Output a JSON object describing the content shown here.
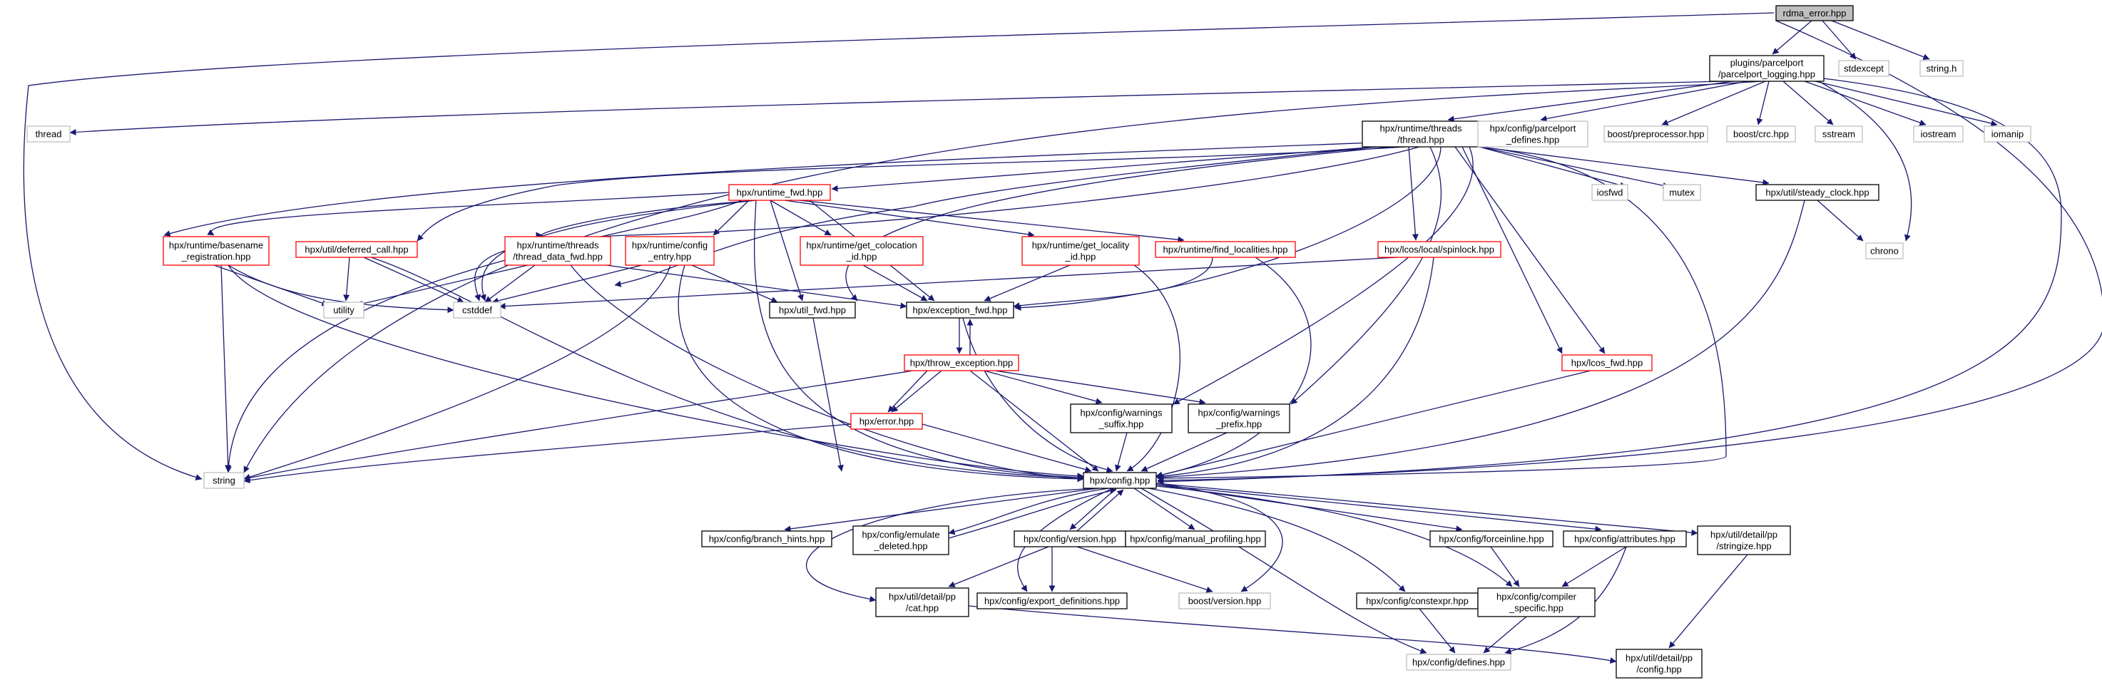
{
  "graph": {
    "colors": {
      "edge": "#191970",
      "root_fill": "#bfbfbf",
      "root_border": "#000000",
      "documented_border": "#000000",
      "undocumented_border": "#ff0000",
      "external_border": "#bfbfbf",
      "node_fill": "#ffffff"
    },
    "nodes": [
      {
        "id": "rdma_error",
        "lines": [
          "rdma_error.hpp"
        ],
        "kind": "root"
      },
      {
        "id": "parcelport_logging",
        "lines": [
          "plugins/parcelport",
          "/parcelport_logging.hpp"
        ],
        "kind": "documented"
      },
      {
        "id": "stdexcept",
        "lines": [
          "stdexcept"
        ],
        "kind": "external"
      },
      {
        "id": "string_h",
        "lines": [
          "string.h"
        ],
        "kind": "external"
      },
      {
        "id": "thread",
        "lines": [
          "thread"
        ],
        "kind": "external"
      },
      {
        "id": "threads_thread",
        "lines": [
          "hpx/runtime/threads",
          "/thread.hpp"
        ],
        "kind": "documented"
      },
      {
        "id": "pp_defines",
        "lines": [
          "hpx/config/parcelport",
          "_defines.hpp"
        ],
        "kind": "external"
      },
      {
        "id": "boost_pp",
        "lines": [
          "boost/preprocessor.hpp"
        ],
        "kind": "external"
      },
      {
        "id": "boost_crc",
        "lines": [
          "boost/crc.hpp"
        ],
        "kind": "external"
      },
      {
        "id": "sstream",
        "lines": [
          "sstream"
        ],
        "kind": "external"
      },
      {
        "id": "iostream",
        "lines": [
          "iostream"
        ],
        "kind": "external"
      },
      {
        "id": "iomanip",
        "lines": [
          "iomanip"
        ],
        "kind": "external"
      },
      {
        "id": "runtime_fwd",
        "lines": [
          "hpx/runtime_fwd.hpp"
        ],
        "kind": "undocumented"
      },
      {
        "id": "iosfwd",
        "lines": [
          "iosfwd"
        ],
        "kind": "external"
      },
      {
        "id": "mutex",
        "lines": [
          "mutex"
        ],
        "kind": "external"
      },
      {
        "id": "steady_clock",
        "lines": [
          "hpx/util/steady_clock.hpp"
        ],
        "kind": "documented"
      },
      {
        "id": "chrono",
        "lines": [
          "chrono"
        ],
        "kind": "external"
      },
      {
        "id": "basename_reg",
        "lines": [
          "hpx/runtime/basename",
          "_registration.hpp"
        ],
        "kind": "undocumented"
      },
      {
        "id": "deferred_call",
        "lines": [
          "hpx/util/deferred_call.hpp"
        ],
        "kind": "undocumented"
      },
      {
        "id": "thread_data_fwd",
        "lines": [
          "hpx/runtime/threads",
          "/thread_data_fwd.hpp"
        ],
        "kind": "undocumented"
      },
      {
        "id": "config_entry",
        "lines": [
          "hpx/runtime/config",
          "_entry.hpp"
        ],
        "kind": "undocumented"
      },
      {
        "id": "get_colocation",
        "lines": [
          "hpx/runtime/get_colocation",
          "_id.hpp"
        ],
        "kind": "undocumented"
      },
      {
        "id": "get_locality",
        "lines": [
          "hpx/runtime/get_locality",
          "_id.hpp"
        ],
        "kind": "undocumented"
      },
      {
        "id": "find_localities",
        "lines": [
          "hpx/runtime/find_localities.hpp"
        ],
        "kind": "undocumented"
      },
      {
        "id": "spinlock",
        "lines": [
          "hpx/lcos/local/spinlock.hpp"
        ],
        "kind": "undocumented"
      },
      {
        "id": "utility",
        "lines": [
          "utility"
        ],
        "kind": "external"
      },
      {
        "id": "cstddef",
        "lines": [
          "cstddef"
        ],
        "kind": "external"
      },
      {
        "id": "util_fwd",
        "lines": [
          "hpx/util_fwd.hpp"
        ],
        "kind": "documented"
      },
      {
        "id": "exception_fwd",
        "lines": [
          "hpx/exception_fwd.hpp"
        ],
        "kind": "documented"
      },
      {
        "id": "throw_exception",
        "lines": [
          "hpx/throw_exception.hpp"
        ],
        "kind": "undocumented"
      },
      {
        "id": "lcos_fwd",
        "lines": [
          "hpx/lcos_fwd.hpp"
        ],
        "kind": "undocumented"
      },
      {
        "id": "error",
        "lines": [
          "hpx/error.hpp"
        ],
        "kind": "undocumented"
      },
      {
        "id": "warn_suffix",
        "lines": [
          "hpx/config/warnings",
          "_suffix.hpp"
        ],
        "kind": "documented"
      },
      {
        "id": "warn_prefix",
        "lines": [
          "hpx/config/warnings",
          "_prefix.hpp"
        ],
        "kind": "documented"
      },
      {
        "id": "string",
        "lines": [
          "string"
        ],
        "kind": "external"
      },
      {
        "id": "config",
        "lines": [
          "hpx/config.hpp"
        ],
        "kind": "documented"
      },
      {
        "id": "branch_hints",
        "lines": [
          "hpx/config/branch_hints.hpp"
        ],
        "kind": "documented"
      },
      {
        "id": "emulate_deleted",
        "lines": [
          "hpx/config/emulate",
          "_deleted.hpp"
        ],
        "kind": "documented"
      },
      {
        "id": "version",
        "lines": [
          "hpx/config/version.hpp"
        ],
        "kind": "documented"
      },
      {
        "id": "manual_profiling",
        "lines": [
          "hpx/config/manual_profiling.hpp"
        ],
        "kind": "documented"
      },
      {
        "id": "forceinline",
        "lines": [
          "hpx/config/forceinline.hpp"
        ],
        "kind": "documented"
      },
      {
        "id": "attributes",
        "lines": [
          "hpx/config/attributes.hpp"
        ],
        "kind": "documented"
      },
      {
        "id": "stringize",
        "lines": [
          "hpx/util/detail/pp",
          "/stringize.hpp"
        ],
        "kind": "documented"
      },
      {
        "id": "cat",
        "lines": [
          "hpx/util/detail/pp",
          "/cat.hpp"
        ],
        "kind": "documented"
      },
      {
        "id": "export_defs",
        "lines": [
          "hpx/config/export_definitions.hpp"
        ],
        "kind": "documented"
      },
      {
        "id": "boost_version",
        "lines": [
          "boost/version.hpp"
        ],
        "kind": "external"
      },
      {
        "id": "constexpr",
        "lines": [
          "hpx/config/constexpr.hpp"
        ],
        "kind": "documented"
      },
      {
        "id": "compiler_specific",
        "lines": [
          "hpx/config/compiler",
          "_specific.hpp"
        ],
        "kind": "documented"
      },
      {
        "id": "defines",
        "lines": [
          "hpx/config/defines.hpp"
        ],
        "kind": "external"
      },
      {
        "id": "pp_config",
        "lines": [
          "hpx/util/detail/pp",
          "/config.hpp"
        ],
        "kind": "documented"
      }
    ]
  }
}
